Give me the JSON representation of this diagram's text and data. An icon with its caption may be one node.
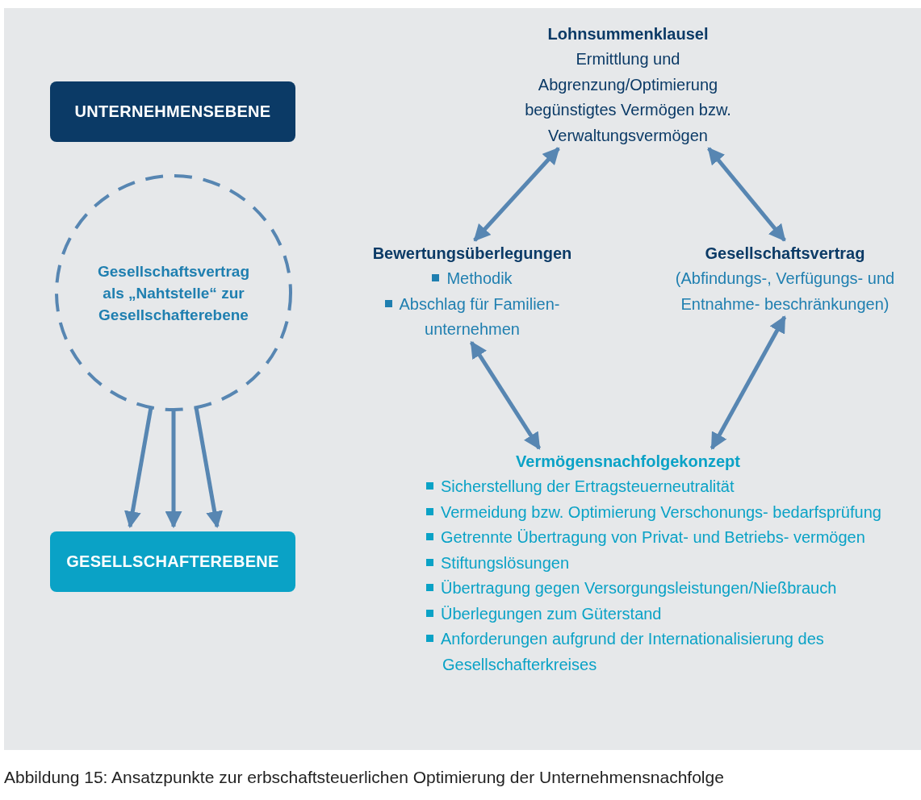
{
  "diagram": {
    "caption": "Abbildung 15: Ansatzpunkte zur erbschaftsteuerlichen Optimierung der Unternehmensnachfolge",
    "nodes": [
      {
        "text": [
          "UNTERNEHMENSEBENE"
        ]
      },
      {
        "text": [
          "Gesellschaftsvertrag als „Nahtstelle“ zur Gesellschafterebene"
        ]
      },
      {
        "text": [
          "GESELLSCHAFTEREBENE"
        ]
      },
      {
        "text": [
          "Lohnsummenklausel",
          "Ermittlung und Abgrenzung/Optimierung begünstigtes Vermögen bzw. Verwaltungsvermögen"
        ]
      },
      {
        "text": [
          "Bewertungsüberlegungen",
          "Methodik",
          "Abschlag für Familien- unternehmen"
        ]
      },
      {
        "text": [
          "Gesellschaftsvertrag",
          "(Abfindungs-, Verfügungs- und Entnahme- beschränkungen)"
        ]
      },
      {
        "text": [
          "Vermögensnachfolgekonzept",
          "Sicherstellung der Ertragsteuerneutralität",
          "Vermeidung bzw. Optimierung Verschonungs- bedarfsprüfung",
          "Getrennte Übertragung von Privat- und Betriebs- vermögen",
          "Stiftungslösungen",
          "Übertragung gegen Versorgungsleistungen/Nießbrauch",
          "Überlegungen zum Güterstand",
          "Anforderungen aufgrund der Internationalisierung des Gesellschafterkreises"
        ]
      }
    ],
    "edges": [
      {
        "from": 3,
        "to": 4,
        "arrow": "both"
      },
      {
        "from": 3,
        "to": 5,
        "arrow": "both"
      },
      {
        "from": 4,
        "to": 6,
        "arrow": "both"
      },
      {
        "from": 5,
        "to": 6,
        "arrow": "both"
      },
      {
        "from": 1,
        "to": 2,
        "arrow": "to"
      },
      {
        "from": 1,
        "to": 2,
        "arrow": "to"
      },
      {
        "from": 1,
        "to": 2,
        "arrow": "to"
      }
    ]
  }
}
